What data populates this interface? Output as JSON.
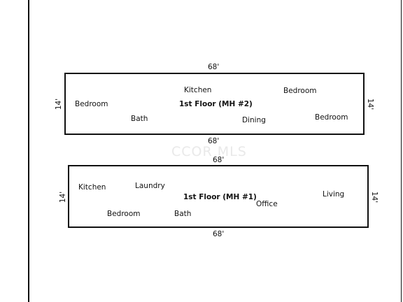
{
  "watermark": "CCOR MLS",
  "floor_upper": {
    "title": "1st Floor (MH #2)",
    "dim_top": "68'",
    "dim_bottom": "68'",
    "dim_left": "14'",
    "dim_right": "14'",
    "rooms": [
      "Bedroom",
      "Kitchen",
      "Bath",
      "Dining",
      "Bedroom",
      "Bedroom"
    ]
  },
  "floor_lower": {
    "title": "1st Floor (MH #1)",
    "dim_top": "68'",
    "dim_bottom": "68'",
    "dim_left": "14'",
    "dim_right": "14'",
    "rooms": [
      "Kitchen",
      "Laundry",
      "Bedroom",
      "Bath",
      "Office",
      "Living"
    ]
  }
}
